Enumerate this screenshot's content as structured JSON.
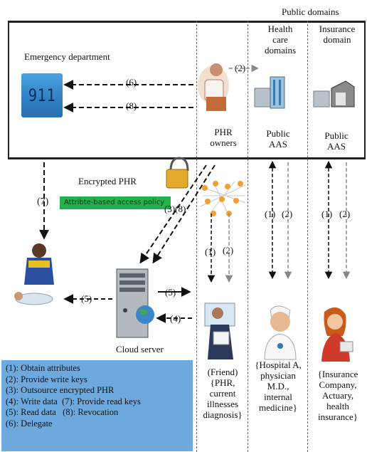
{
  "header": {
    "public_domains": "Public domains",
    "health_care_domains": [
      "Health",
      "care",
      "domains"
    ],
    "insurance_domain": [
      "Insurance",
      "domain"
    ]
  },
  "emergency": {
    "title": "Emergency department",
    "sign": "911",
    "arrow6": "(6)",
    "arrow8": "(8)",
    "arrow7": "(7)"
  },
  "phr_owners": {
    "label": [
      "PHR",
      "owners"
    ],
    "arrow2": "(2)"
  },
  "public_aas_health": [
    "Public",
    "AAS"
  ],
  "public_aas_insurance": [
    "Public",
    "AAS"
  ],
  "encrypted_phr": "Encrypted PHR",
  "policy_bar": "Attribte-based access policy",
  "arrows": {
    "a38": "(3)(8)",
    "owners_1": "(1)",
    "owners_2": "(2)",
    "health_1": "(1)",
    "health_2": "(2)",
    "ins_1": "(1)",
    "ins_2": "(2)",
    "read5_left": "(5)",
    "read5_right": "(5)",
    "write4": "(4)"
  },
  "cloud_server": "Cloud server",
  "friend": [
    "(Friend)",
    "{PHR,",
    "current",
    "illnesses",
    "diagnosis}"
  ],
  "hospital": [
    "{Hospital A,",
    "physician",
    "M.D.,",
    "internal",
    "medicine}"
  ],
  "insurance": [
    "{Insurance",
    "Company,",
    "Actuary,",
    "health",
    "insurance}"
  ],
  "legend": [
    "(1): Obtain attributes",
    "(2): Provide write keys",
    "(3): Outsource encrypted PHR",
    "(4): Write data  (7): Provide read keys",
    "(5): Read data   (8): Revocation",
    "(6): Delegate"
  ],
  "colors": {
    "policy": "#22b14c",
    "legend_bg": "#6ea9dd",
    "sign": "#3a8fd4"
  }
}
